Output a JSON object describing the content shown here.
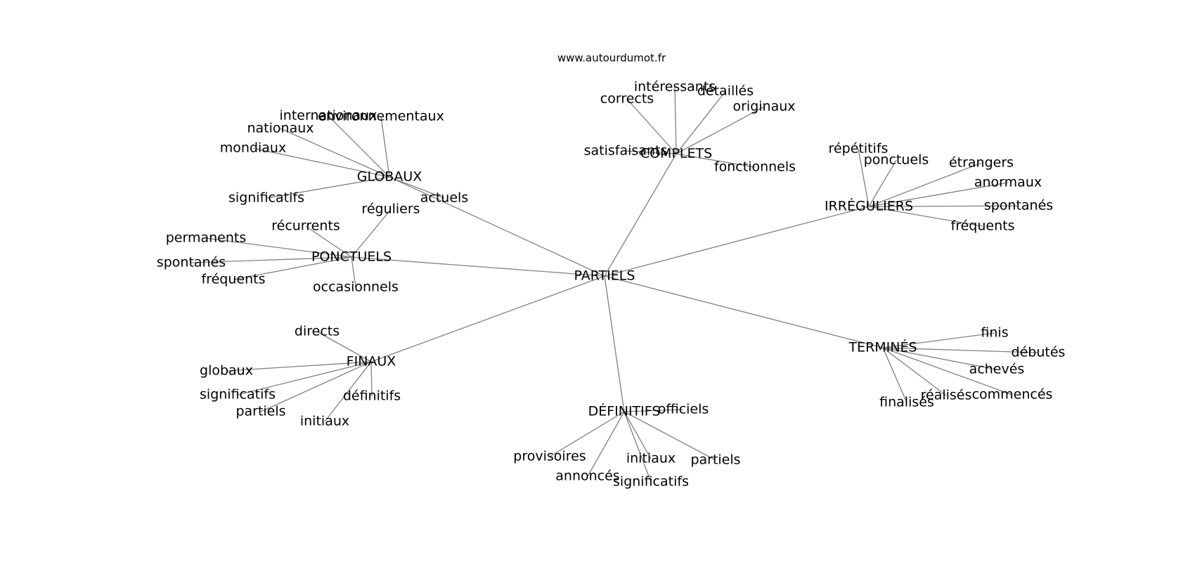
{
  "source_label": "www.autourdumot.fr",
  "root": "PARTIELS",
  "clusters": [
    {
      "label": "COMPLETS",
      "words": [
        "corrects",
        "intéressants",
        "détaillés",
        "originaux",
        "satisfaisants",
        "fonctionnels"
      ]
    },
    {
      "label": "GLOBAUX",
      "words": [
        "internationaux",
        "environnementaux",
        "nationaux",
        "mondiaux",
        "significatifs",
        "actuels"
      ]
    },
    {
      "label": "PONCTUELS",
      "words": [
        "réguliers",
        "récurrents",
        "permanents",
        "spontanés",
        "fréquents",
        "occasionnels"
      ]
    },
    {
      "label": "IRRÉGULIERS",
      "words": [
        "répétitifs",
        "ponctuels",
        "étrangers",
        "anormaux",
        "spontanés",
        "fréquents"
      ]
    },
    {
      "label": "FINAUX",
      "words": [
        "directs",
        "globaux",
        "significatifs",
        "partiels",
        "initiaux",
        "définitifs"
      ]
    },
    {
      "label": "DÉFINITIFS",
      "words": [
        "officiels",
        "provisoires",
        "annoncés",
        "significatifs",
        "initiaux",
        "partiels"
      ]
    },
    {
      "label": "TERMINÉS",
      "words": [
        "finis",
        "débutés",
        "achevés",
        "commencés",
        "réalisés",
        "finalisés"
      ]
    }
  ]
}
